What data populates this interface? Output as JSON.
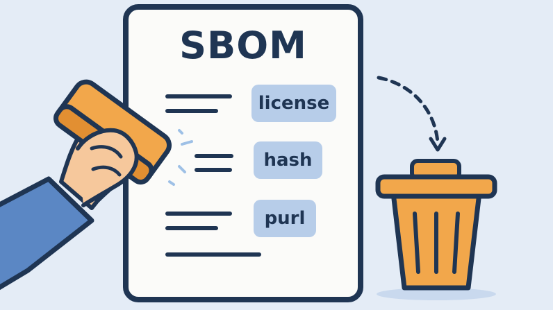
{
  "document": {
    "title": "SBOM",
    "fields": [
      {
        "label": "license"
      },
      {
        "label": "hash"
      },
      {
        "label": "purl"
      }
    ]
  },
  "colors": {
    "background": "#e4ecf6",
    "outline": "#1f3553",
    "paper": "#fbfbf9",
    "tag_fill": "#b7cde9",
    "eraser": "#f2a74b",
    "trash": "#f2a74b",
    "sleeve": "#5b87c4",
    "skin": "#f6c89c"
  },
  "icons": [
    "document-icon",
    "eraser-icon",
    "hand-icon",
    "trash-can-icon",
    "dashed-arrow-icon"
  ]
}
